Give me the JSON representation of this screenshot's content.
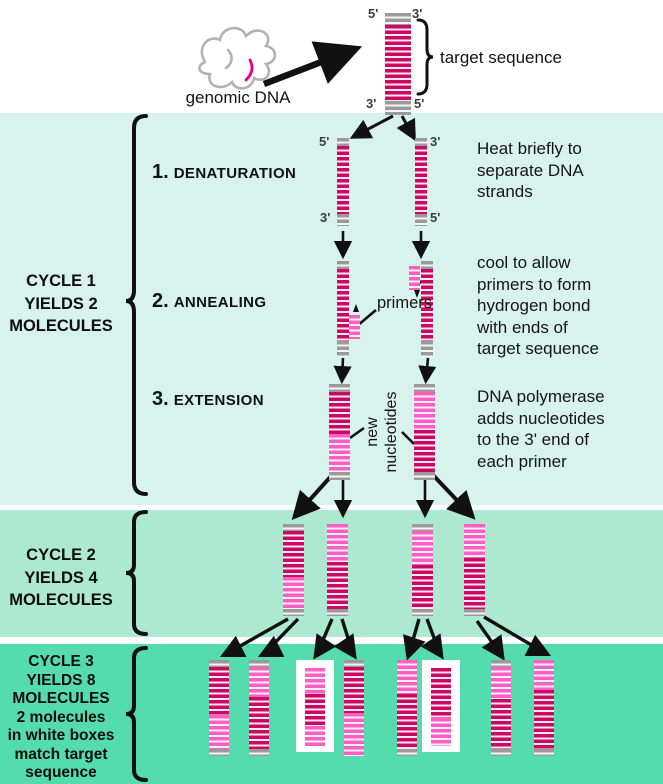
{
  "intro": {
    "genomic_dna_label": "genomic DNA",
    "target_sequence_label": "target sequence",
    "target_dna_ends": {
      "top_left": "5'",
      "top_right": "3'",
      "bottom_left": "3'",
      "bottom_right": "5'"
    }
  },
  "denaturation_strands": {
    "left": {
      "top": "5'",
      "bottom": "3'"
    },
    "right": {
      "top": "3'",
      "bottom": "5'"
    }
  },
  "steps": [
    {
      "number": "1.",
      "name": "DENATURATION",
      "note": "Heat briefly to\nseparate DNA\nstrands"
    },
    {
      "number": "2.",
      "name": "ANNEALING",
      "note": "cool to allow\nprimers to form\nhydrogen bond\nwith ends of\ntarget sequence"
    },
    {
      "number": "3.",
      "name": "EXTENSION",
      "note": "DNA polymerase\nadds nucleotides\nto the 3' end of\neach primer"
    }
  ],
  "annotations": {
    "primers": "primers",
    "new_nucleotides": "new\nnucleotides"
  },
  "cycles": [
    {
      "label": "CYCLE 1\nYIELDS 2\nMOLECULES",
      "band_color": "#d8f3ec",
      "molecule_count": 2
    },
    {
      "label": "CYCLE 2\nYIELDS 4\nMOLECULES",
      "band_color": "#ace9d0",
      "molecule_count": 4
    },
    {
      "label": "CYCLE 3\nYIELDS 8\nMOLECULES\n2 molecules\nin white boxes\nmatch target\nsequence",
      "band_color": "#55dcae",
      "molecule_count": 8
    }
  ],
  "colors": {
    "dna_dark": "#cb0962",
    "dna_pink": "#fb5fc5",
    "dna_gray": "#9a9a9a",
    "arrow": "#111111"
  }
}
